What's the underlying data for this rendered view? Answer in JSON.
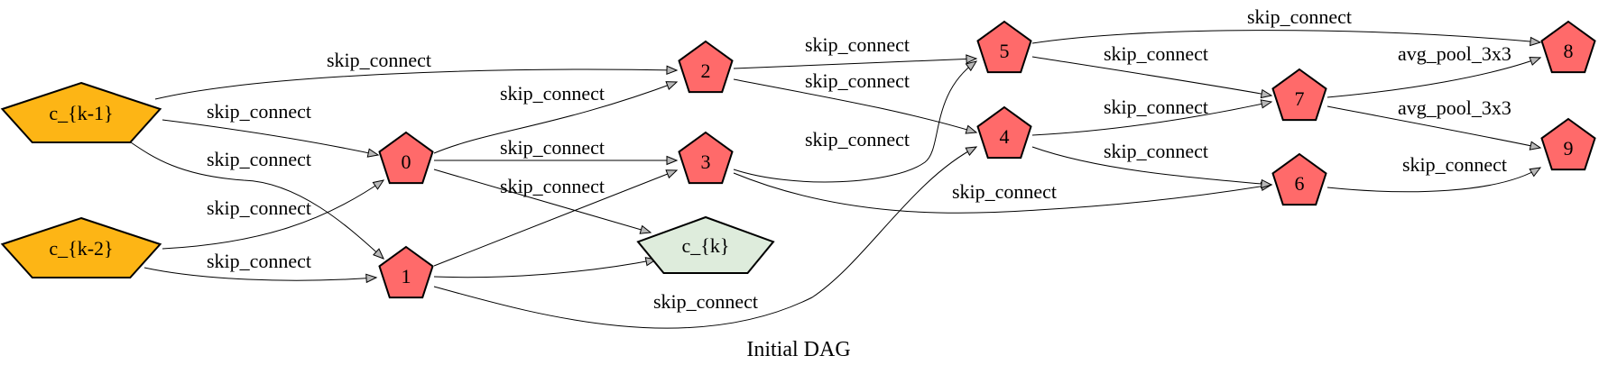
{
  "caption": "Initial DAG",
  "colors": {
    "input": "#fdb515",
    "intermediate": "#ff6a6a",
    "output": "#deecdc",
    "stroke": "#000000",
    "arrow_fill": "#b8b8b8"
  },
  "nodes": [
    {
      "id": "ck1",
      "label": "c_{k-1}",
      "kind": "input"
    },
    {
      "id": "ck2",
      "label": "c_{k-2}",
      "kind": "input"
    },
    {
      "id": "n0",
      "label": "0",
      "kind": "intermediate"
    },
    {
      "id": "n1",
      "label": "1",
      "kind": "intermediate"
    },
    {
      "id": "n2",
      "label": "2",
      "kind": "intermediate"
    },
    {
      "id": "n3",
      "label": "3",
      "kind": "intermediate"
    },
    {
      "id": "n4",
      "label": "4",
      "kind": "intermediate"
    },
    {
      "id": "n5",
      "label": "5",
      "kind": "intermediate"
    },
    {
      "id": "n6",
      "label": "6",
      "kind": "intermediate"
    },
    {
      "id": "n7",
      "label": "7",
      "kind": "intermediate"
    },
    {
      "id": "n8",
      "label": "8",
      "kind": "intermediate"
    },
    {
      "id": "n9",
      "label": "9",
      "kind": "intermediate"
    },
    {
      "id": "ck",
      "label": "c_{k}",
      "kind": "output"
    }
  ],
  "edges": [
    {
      "id": "ck1-n2",
      "from": "ck1",
      "to": "n2",
      "label": "skip_connect"
    },
    {
      "id": "ck1-n0",
      "from": "ck1",
      "to": "n0",
      "label": "skip_connect"
    },
    {
      "id": "ck1-n1",
      "from": "ck1",
      "to": "n1",
      "label": "skip_connect"
    },
    {
      "id": "ck2-n0",
      "from": "ck2",
      "to": "n0",
      "label": "skip_connect"
    },
    {
      "id": "ck2-n1",
      "from": "ck2",
      "to": "n1",
      "label": "skip_connect"
    },
    {
      "id": "n0-n2",
      "from": "n0",
      "to": "n2",
      "label": "skip_connect"
    },
    {
      "id": "n0-n3",
      "from": "n0",
      "to": "n3",
      "label": "skip_connect"
    },
    {
      "id": "n0-ck",
      "from": "n0",
      "to": "ck",
      "label": "skip_connect"
    },
    {
      "id": "n1-n3",
      "from": "n1",
      "to": "n3",
      "label": ""
    },
    {
      "id": "n1-ck",
      "from": "n1",
      "to": "ck",
      "label": ""
    },
    {
      "id": "n1-n4",
      "from": "n1",
      "to": "n4",
      "label": "skip_connect"
    },
    {
      "id": "n2-n5",
      "from": "n2",
      "to": "n5",
      "label": "skip_connect"
    },
    {
      "id": "n2-n4",
      "from": "n2",
      "to": "n4",
      "label": "skip_connect"
    },
    {
      "id": "n3-n5",
      "from": "n3",
      "to": "n5",
      "label": "skip_connect"
    },
    {
      "id": "n3-n6",
      "from": "n3",
      "to": "n6",
      "label": "skip_connect"
    },
    {
      "id": "n5-n8",
      "from": "n5",
      "to": "n8",
      "label": "skip_connect"
    },
    {
      "id": "n5-n7",
      "from": "n5",
      "to": "n7",
      "label": "skip_connect"
    },
    {
      "id": "n4-n7",
      "from": "n4",
      "to": "n7",
      "label": "skip_connect"
    },
    {
      "id": "n4-n6",
      "from": "n4",
      "to": "n6",
      "label": "skip_connect"
    },
    {
      "id": "n7-n8",
      "from": "n7",
      "to": "n8",
      "label": "avg_pool_3x3"
    },
    {
      "id": "n7-n9",
      "from": "n7",
      "to": "n9",
      "label": "avg_pool_3x3"
    },
    {
      "id": "n6-n9",
      "from": "n6",
      "to": "n9",
      "label": "skip_connect"
    }
  ]
}
